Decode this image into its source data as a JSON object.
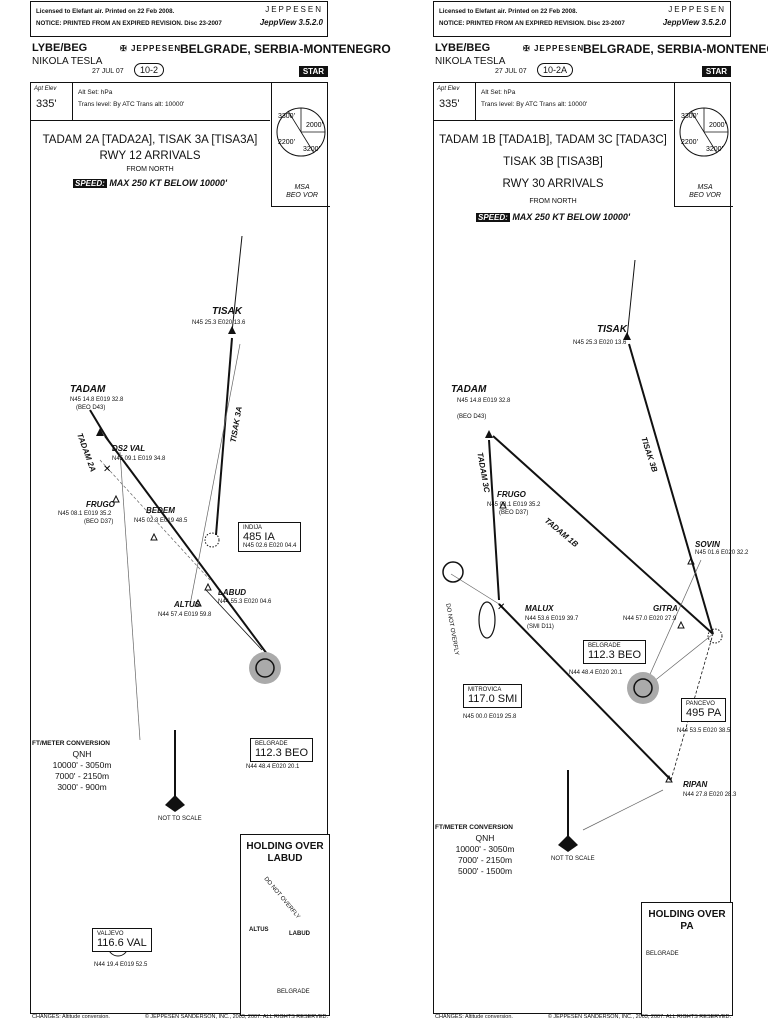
{
  "common": {
    "notice_line1": "Licensed to Elefant air. Printed on 22 Feb 2008.",
    "notice_line2": "NOTICE: PRINTED FROM AN EXPIRED REVISION. Disc 23-2007",
    "brand": "JEPPESEN",
    "version": "JeppView 3.5.2.0",
    "airport_id": "LYBE/BEG",
    "airport_name": "NIKOLA TESLA",
    "logo": "JEPPESEN",
    "city": "BELGRADE, SERBIA-MONTENEGRO",
    "date": "27 JUL 07",
    "chart_type": "STAR",
    "elev_label": "Apt Elev",
    "elev_value": "335'",
    "alt_set": "Alt Set: hPa",
    "trans": "Trans level: By ATC     Trans alt: 10000'",
    "msa_label": "MSA",
    "msa_sub": "BEO VOR",
    "msa_sectors": [
      "3300'",
      "2000'",
      "2200'",
      "3200'"
    ],
    "from": "FROM NORTH",
    "speed_tag": "SPEED:",
    "speed_text": "MAX 250 KT BELOW 10000'",
    "conv_title": "FT/METER CONVERSION",
    "conv_qnh": "QNH",
    "not_to_scale": "NOT TO SCALE",
    "changes": "CHANGES: Altitude conversion.",
    "copyright": "© JEPPESEN SANDERSON, INC., 2003, 2007. ALL RIGHTS RESERVED.",
    "beo_name": "BELGRADE",
    "beo_freq": "112.3 BEO",
    "beo_coord": "N44 48.4 E020 20.1"
  },
  "left": {
    "chart_no": "10-2",
    "title1": "TADAM 2A [TADA2A], TISAK 3A [TISA3A]",
    "title2": "RWY 12 ARRIVALS",
    "conv_rows": [
      "10000' - 3050m",
      "7000' - 2150m",
      "3000' - 900m"
    ],
    "fix_tisak": "TISAK",
    "tisak_coord": "N45 25.3 E020 13.6",
    "fix_tadam": "TADAM",
    "tadam_coord": "N45 14.8 E019 32.8",
    "tadam_sub": "(BEO D43)",
    "ds2_val": "DS2 VAL",
    "ds2_coord": "N45 09.1 E019 34.8",
    "fix_frugo": "FRUGO",
    "frugo_coord": "N45 08.1 E019 35.2",
    "frugo_sub": "(BEO D37)",
    "fix_bedem": "BEDEM",
    "bedem_coord": "N45 02.3 E019 48.5",
    "ndb_name": "INDIJA",
    "ndb_freq": "485 IA",
    "ndb_coord": "N45 02.6 E020 04.4",
    "fix_labud": "LABUD",
    "labud_coord": "N44 55.3 E020 04.6",
    "fix_altus": "ALTUS",
    "altus_coord": "N44 57.4 E019 59.8",
    "route_tisak": "TISAK 3A",
    "route_tadam": "TADAM 2A",
    "hold_title": "HOLDING OVER LABUD",
    "hold_note": "DO NOT OVERFLY",
    "val_name": "VALJEVO",
    "val_freq": "116.6 VAL",
    "val_coord": "N44 19.4 E019 52.5"
  },
  "right": {
    "chart_no": "10-2A",
    "title1": "TADAM 1B [TADA1B], TADAM 3C [TADA3C]",
    "title1b": "TISAK 3B [TISA3B]",
    "title2": "RWY 30 ARRIVALS",
    "conv_rows": [
      "10000' - 3050m",
      "7000' - 2150m",
      "5000' - 1500m"
    ],
    "fix_tisak": "TISAK",
    "tisak_coord": "N45 25.3 E020 13.6",
    "fix_tadam": "TADAM",
    "tadam_coord": "N45 14.8 E019 32.8",
    "tadam_sub": "(BEO D43)",
    "fix_frugo": "FRUGO",
    "frugo_coord": "N45 08.1 E019 35.2",
    "frugo_sub": "(BEO D37)",
    "fix_sovin": "SOVIN",
    "sovin_coord": "N45 01.6 E020 32.2",
    "fix_gitra": "GITRA",
    "gitra_coord": "N44 57.0 E020 27.9",
    "fix_malux": "MALUX",
    "malux_coord": "N44 53.6 E019 39.7",
    "malux_sub": "(SMI D11)",
    "mitro_name": "MITROVICA",
    "mitro_freq": "117.0 SMI",
    "mitro_coord": "N45 00.0 E019 25.8",
    "pa_name": "PANCEVO",
    "pa_freq": "495 PA",
    "pa_coord": "N44 53.5 E020 38.5",
    "fix_ripan": "RIPAN",
    "ripan_coord": "N44 27.8 E020 28.3",
    "route_tadam1b": "TADAM 1B",
    "route_tadam3c": "TADAM 3C",
    "route_tisak": "TISAK 3B",
    "do_not_overfly": "DO NOT OVERFLY",
    "hold_title": "HOLDING OVER PA",
    "hold_belgrade": "BELGRADE"
  }
}
